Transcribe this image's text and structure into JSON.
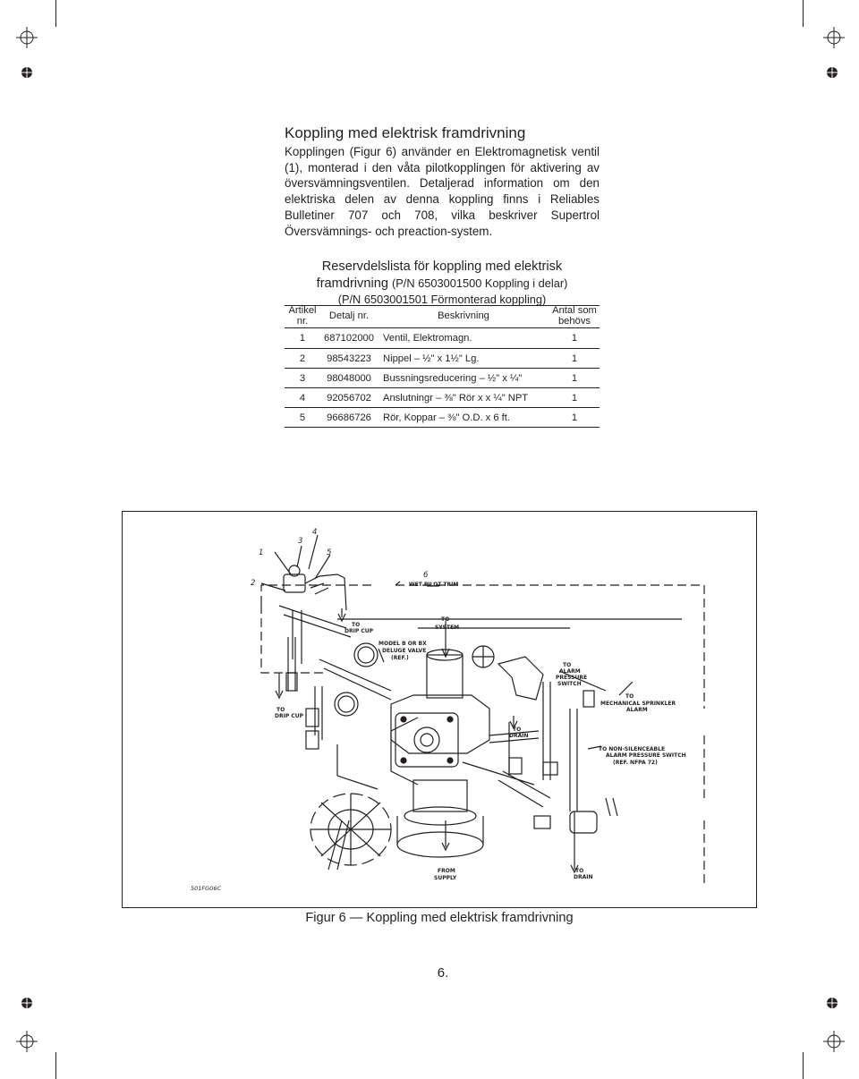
{
  "section": {
    "heading": "Koppling med elektrisk framdrivning",
    "body": "Kopplingen (Figur 6) använder en Elektromagnetisk ventil (1), monterad i den våta pilotkopplingen för aktivering av översvämningsventilen. Detaljerad information om den elektriska delen av denna koppling finns i Reliables Bulletiner 707 och 708, vilka beskriver Supertrol Översvämnings- och preaction-system."
  },
  "parts_table": {
    "caption_line1": "Reservdelslista för koppling med elektrisk",
    "caption_line2_main": "framdrivning",
    "caption_line2_small": "(P/N 6503001500 Koppling i delar)",
    "caption_line3": "(P/N 6503001501 Förmonterad koppling)",
    "headers": {
      "article": "Artikel nr.",
      "detail": "Detalj nr.",
      "description": "Beskrivning",
      "quantity": "Antal som behövs"
    },
    "rows": [
      {
        "article": "1",
        "detail": "687102000",
        "description": "Ventil, Elektromagn.",
        "quantity": "1"
      },
      {
        "article": "2",
        "detail": "98543223",
        "description": "Nippel – ½\" x 1½\" Lg.",
        "quantity": "1"
      },
      {
        "article": "3",
        "detail": "98048000",
        "description": "Bussningsreducering – ½\" x ¼\"",
        "quantity": "1"
      },
      {
        "article": "4",
        "detail": "92056702",
        "description": "Anslutningr – ⅜\" Rör x x ¼\" NPT",
        "quantity": "1"
      },
      {
        "article": "5",
        "detail": "96686726",
        "description": "Rör, Koppar – ⅜\" O.D. x 6 ft.",
        "quantity": "1"
      }
    ]
  },
  "figure": {
    "code": "501FG06C",
    "callouts": [
      "1",
      "2",
      "3",
      "4",
      "5",
      "6"
    ],
    "labels": {
      "wet_pilot_trim": "WET PILOT TRIM",
      "drip_cup_1": [
        "TO",
        "DRIP CUP"
      ],
      "drip_cup_2": [
        "TO",
        "DRIP CUP"
      ],
      "to_system": [
        "TO",
        "SYSTEM"
      ],
      "deluge_valve": [
        "MODEL B OR BX",
        "DELUGE VALVE",
        "(REF.)"
      ],
      "alarm_pressure_switch": [
        "TO",
        "ALARM",
        "PRESSURE",
        "SWITCH"
      ],
      "mechanical_alarm": [
        "TO",
        "MECHANICAL SPRINKLER",
        "ALARM"
      ],
      "to_drain_1": [
        "TO",
        "DRAIN"
      ],
      "non_silenceable": [
        "TO NON-SILENCEABLE",
        "ALARM PRESSURE SWITCH",
        "(REF. NFPA 72)"
      ],
      "from_supply": [
        "FROM",
        "SUPPLY"
      ],
      "to_drain_2": [
        "TO",
        "DRAIN"
      ]
    },
    "caption": "Figur 6 — Koppling med elektrisk framdrivning"
  },
  "page_number": "6."
}
